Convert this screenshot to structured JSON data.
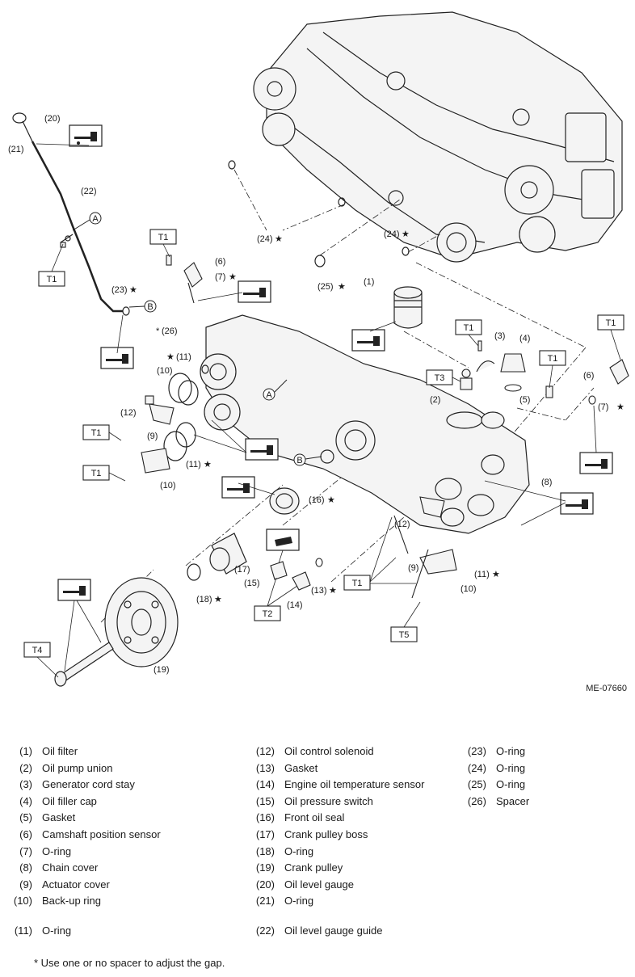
{
  "diagram": {
    "code": "ME-07660",
    "callouts": [
      "(1)",
      "(2)",
      "(3)",
      "(4)",
      "(5)",
      "(6)",
      "(7)",
      "(8)",
      "(9)",
      "(10)",
      "(11)",
      "(12)",
      "(13)",
      "(14)",
      "(15)",
      "(16)",
      "(17)",
      "(18)",
      "(19)",
      "(20)",
      "(21)",
      "(22)",
      "(23)",
      "(24)",
      "(25)",
      "(26)"
    ],
    "torque_labels": [
      "T1",
      "T2",
      "T3",
      "T4",
      "T5"
    ],
    "markers": [
      "A",
      "B"
    ],
    "star": "★",
    "asterisk": "*"
  },
  "legend": {
    "col1": [
      {
        "num": "(1)",
        "text": "Oil filter"
      },
      {
        "num": "(2)",
        "text": "Oil pump union"
      },
      {
        "num": "(3)",
        "text": "Generator cord stay"
      },
      {
        "num": "(4)",
        "text": "Oil filler cap"
      },
      {
        "num": "(5)",
        "text": "Gasket"
      },
      {
        "num": "(6)",
        "text": "Camshaft position sensor"
      },
      {
        "num": "(7)",
        "text": "O-ring"
      },
      {
        "num": "(8)",
        "text": "Chain cover"
      },
      {
        "num": "(9)",
        "text": "Actuator cover"
      },
      {
        "num": "(10)",
        "text": "Back-up ring"
      },
      {
        "num": "(11)",
        "text": "O-ring"
      }
    ],
    "col2": [
      {
        "num": "(12)",
        "text": "Oil control solenoid"
      },
      {
        "num": "(13)",
        "text": "Gasket"
      },
      {
        "num": "(14)",
        "text": "Engine oil temperature sensor"
      },
      {
        "num": "(15)",
        "text": "Oil pressure switch"
      },
      {
        "num": "(16)",
        "text": "Front oil seal"
      },
      {
        "num": "(17)",
        "text": "Crank pulley boss"
      },
      {
        "num": "(18)",
        "text": "O-ring"
      },
      {
        "num": "(19)",
        "text": "Crank pulley"
      },
      {
        "num": "(20)",
        "text": "Oil level gauge"
      },
      {
        "num": "(21)",
        "text": "O-ring"
      },
      {
        "num": "(22)",
        "text": "Oil level gauge guide"
      }
    ],
    "col3": [
      {
        "num": "(23)",
        "text": "O-ring"
      },
      {
        "num": "(24)",
        "text": "O-ring"
      },
      {
        "num": "(25)",
        "text": "O-ring"
      },
      {
        "num": "(26)",
        "text": "Spacer"
      }
    ],
    "footnote": "* Use one or no spacer to adjust the gap."
  }
}
